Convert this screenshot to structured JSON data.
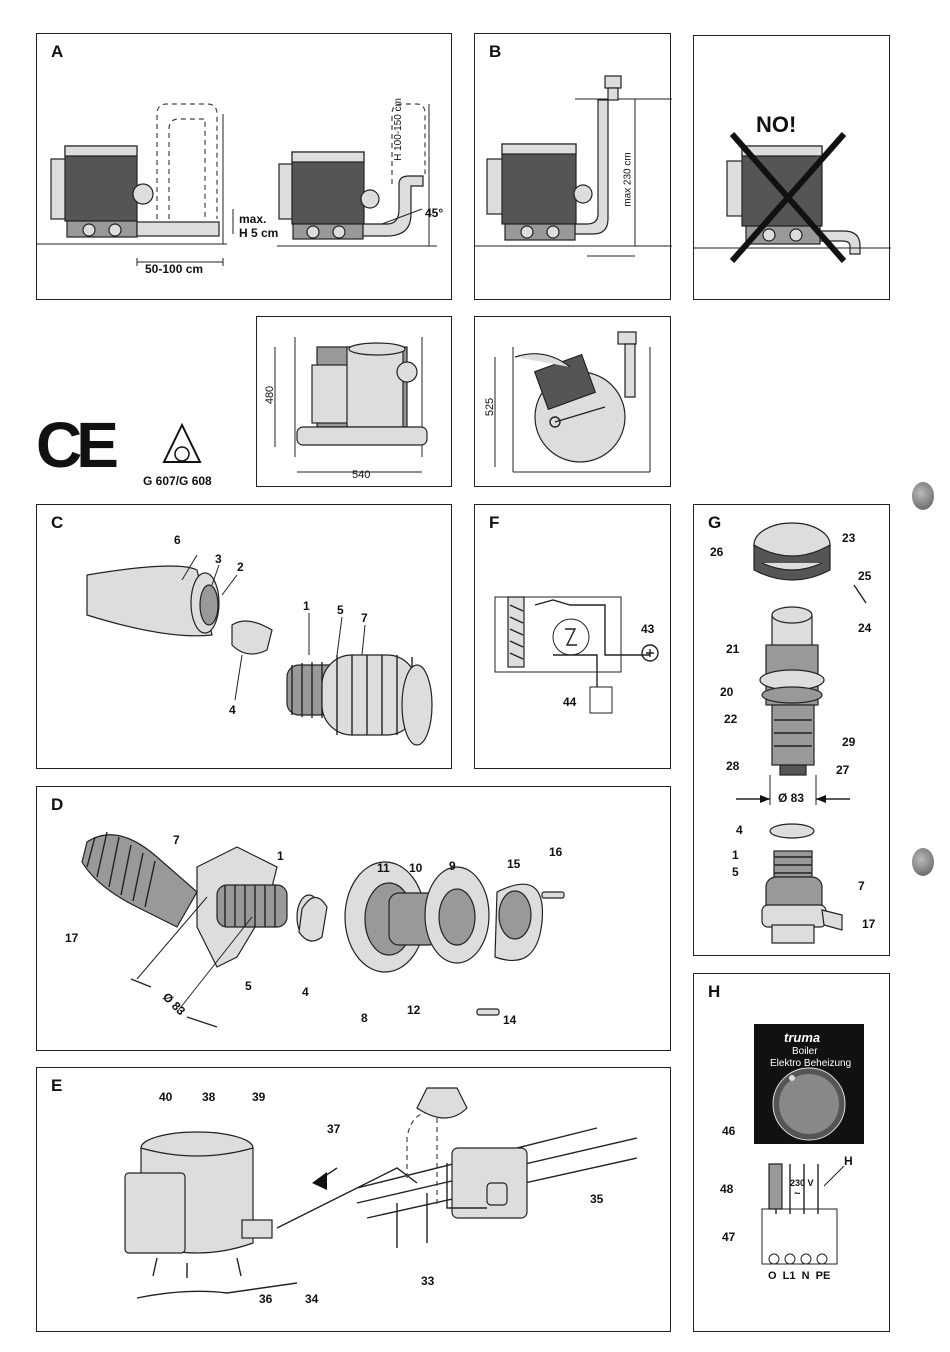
{
  "panels": {
    "A": {
      "label": "A",
      "dim_h_max": "max.",
      "dim_h_val": "H 5 cm",
      "dim_len": "50-100 cm",
      "dim_h_range": "H 100-150 cm",
      "angle": "45°"
    },
    "B": {
      "label": "B",
      "dim_max": "max 230 cm"
    },
    "NO": {
      "label": "NO!"
    },
    "dims1": {
      "height": "480",
      "width": "540"
    },
    "dims2": {
      "height": "525"
    },
    "cert": {
      "ce": "CE",
      "gas": "G 607/G 608"
    },
    "C": {
      "label": "C",
      "n6": "6",
      "n3": "3",
      "n2": "2",
      "n1": "1",
      "n5": "5",
      "n7": "7",
      "n4": "4"
    },
    "F": {
      "label": "F",
      "n43": "43",
      "n44": "44"
    },
    "G": {
      "label": "G",
      "n23": "23",
      "n26": "26",
      "n25": "25",
      "n24": "24",
      "n21": "21",
      "n20": "20",
      "n22": "22",
      "n29": "29",
      "n28": "28",
      "n27": "27",
      "dia": "Ø 83",
      "n4": "4",
      "n1": "1",
      "n5": "5",
      "n7": "7",
      "n17": "17"
    },
    "D": {
      "label": "D",
      "n7": "7",
      "n1": "1",
      "n11": "11",
      "n10": "10",
      "n9": "9",
      "n15": "15",
      "n16": "16",
      "n17": "17",
      "n5": "5",
      "n4": "4",
      "n8": "8",
      "n12": "12",
      "n14": "14",
      "dia": "Ø 83"
    },
    "E": {
      "label": "E",
      "n40": "40",
      "n38": "38",
      "n39": "39",
      "n37": "37",
      "n35": "35",
      "n36": "36",
      "n34": "34",
      "n33": "33"
    },
    "H": {
      "label": "H",
      "brand": "truma",
      "line1": "Boiler",
      "line2": "Elektro Beheizung",
      "n46": "46",
      "n48": "48",
      "nH": "H",
      "n47": "47",
      "volt": "230 V",
      "tilde": "~",
      "terminals": "O  L1  N  PE"
    }
  }
}
